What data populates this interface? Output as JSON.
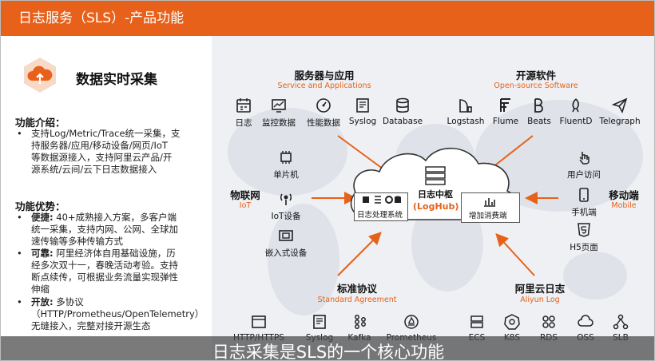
{
  "header": {
    "title": "日志服务（SLS）-产品功能"
  },
  "feature": {
    "icon": "cloud-upload-icon",
    "title": "数据实时采集",
    "intro_heading": "功能介绍：",
    "intro_lines": [
      "支持Log/Metric/Trace统一采集，支",
      "持服务器/应用/移动设备/网页/IoT",
      "等数据源接入，支持阿里云产品/开",
      "源系统/云间/云下日志数据接入"
    ],
    "advantages_heading": "功能优势：",
    "adv1_key": "便捷:",
    "adv1_lines": [
      " 40+成熟接入方案，多客户端",
      "统一采集，支持内网、公网、全球加",
      "速传输等多种传输方式"
    ],
    "adv2_key": "可靠:",
    "adv2_lines": [
      " 阿里经济体自用基础设施，历",
      "经多次双十一，春晚活动考验。支持",
      "断点续传，可根据业务流量实现弹性",
      "伸缩"
    ],
    "adv3_key": "开放:",
    "adv3_lines": [
      " 多协议",
      "（HTTP/Prometheus/OpenTelemetry）",
      "无缝接入，完整对接开源生态"
    ]
  },
  "groups": {
    "servers": {
      "title": "服务器与应用",
      "subtitle": "Service and Applications",
      "items": [
        "日志",
        "监控数据",
        "性能数据",
        "Syslog",
        "Database"
      ]
    },
    "opensource": {
      "title": "开源软件",
      "subtitle": "Open-source Software",
      "items": [
        "Logstash",
        "Flume",
        "Beats",
        "FluentD",
        "Telegraph"
      ]
    },
    "iot": {
      "title": "物联网",
      "subtitle": "IoT",
      "items": [
        "单片机",
        "IoT设备",
        "嵌入式设备"
      ]
    },
    "mobile": {
      "title": "移动端",
      "subtitle": "Mobile",
      "items": [
        "用户访问",
        "手机端",
        "H5页面"
      ]
    },
    "standard": {
      "title": "标准协议",
      "subtitle": "Standard Agreement",
      "items": [
        "HTTP/HTTPS",
        "Syslog",
        "Kafka",
        "Prometheus"
      ]
    },
    "aliyun": {
      "title": "阿里云日志",
      "subtitle": "Aliyun Log",
      "items": [
        "ECS",
        "K8S",
        "RDS",
        "OSS",
        "SLB"
      ]
    }
  },
  "hub": {
    "title": "日志中枢",
    "subtitle": "(LogHub)",
    "left_box": "日志处理系统",
    "right_box": "增加消费端"
  },
  "caption": "日志采集是SLS的一个核心功能",
  "colors": {
    "accent": "#e8611a",
    "caption_bg": "#464646"
  }
}
